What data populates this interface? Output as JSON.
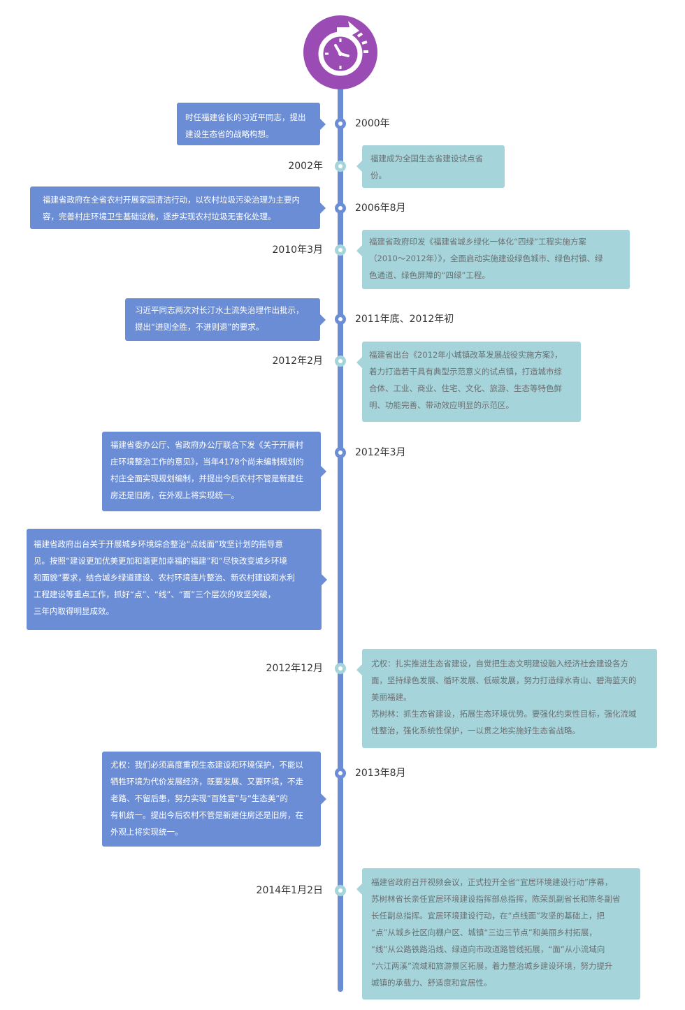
{
  "icon": {
    "name": "clock-refresh-icon"
  },
  "colors": {
    "spine": "#6B8DD6",
    "blue_card": "#6B8DD6",
    "teal_card": "#A5D5DA",
    "logo": "#9B4BB4"
  },
  "events": [
    {
      "date": "2000年",
      "side": "left",
      "style": "blue",
      "text": "时任福建省长的习近平同志，提出\n建设生态省的战略构想。"
    },
    {
      "date": "2002年",
      "side": "right",
      "style": "teal",
      "text": "福建成为全国生态省建设试点省份。"
    },
    {
      "date": "2006年8月",
      "side": "left",
      "style": "blue",
      "text": "福建省政府在全省农村开展家园清洁行动，以农村垃圾污染治理为主要内\n容，完善村庄环境卫生基础设施，逐步实现农村垃圾无害化处理。"
    },
    {
      "date": "2010年3月",
      "side": "right",
      "style": "teal",
      "text": "福建省政府印发《福建省城乡绿化一体化“四绿”工程实施方案\n（2010～2012年）》，全面启动实施建设绿色城市、绿色村镇、绿\n色通道、绿色屏障的“四绿”工程。"
    },
    {
      "date": "2011年底、2012年初",
      "side": "left",
      "style": "blue",
      "text": "习近平同志两次对长汀水土流失治理作出批示，\n提出“进则全胜，不进则退”的要求。"
    },
    {
      "date": "2012年2月",
      "side": "right",
      "style": "teal",
      "text": "福建省出台《2012年小城镇改革发展战役实施方案》，\n着力打造若干具有典型示范意义的试点镇，打造城市综\n合体、工业、商业、住宅、文化、旅游、生态等特色鲜\n明、功能完善、带动效应明显的示范区。"
    },
    {
      "date": "2012年3月",
      "side": "left",
      "style": "blue",
      "text": "福建省委办公厅、省政府办公厅联合下发《关于开展村\n庄环境整治工作的意见》，当年4178个尚未编制规划的\n村庄全面实现规划编制，并提出今后农村不管是新建住\n房还是旧房，在外观上将实现统一。"
    },
    {
      "date": "",
      "side": "left",
      "style": "blue",
      "text": "福建省政府出台关于开展城乡环境综合整治“点线面”攻坚计划的指导意\n见。按照“建设更加优美更加和谐更加幸福的福建”和“尽快改变城乡环境\n和面貌”要求，结合城乡绿道建设、农村环境连片整治、新农村建设和水利\n工程建设等重点工作，抓好“点”、“线”、“面”三个层次的攻坚突破，\n三年内取得明显成效。"
    },
    {
      "date": "2012年12月",
      "side": "right",
      "style": "teal",
      "text": "尤权：扎实推进生态省建设，自觉把生态文明建设融入经济社会建设各方\n面，坚持绿色发展、循环发展、低碳发展，努力打造绿水青山、碧海蓝天的\n美丽福建。\n苏树林：抓生态省建设，拓展生态环境优势。要强化约束性目标，强化流域\n性整治，强化系统性保护，一以贯之地实施好生态省战略。"
    },
    {
      "date": "2013年8月",
      "side": "left",
      "style": "blue",
      "text": "尤权：我们必须高度重视生态建设和环境保护，不能以\n牺牲环境为代价发展经济，既要发展、又要环境，不走\n老路、不留后患，努力实现“百姓富”与“生态美”的\n有机统一。提出今后农村不管是新建住房还是旧房，在\n外观上将实现统一。"
    },
    {
      "date": "2014年1月2日",
      "side": "right",
      "style": "teal",
      "text": "福建省政府召开视频会议，正式拉开全省“宜居环境建设行动”序幕，\n苏树林省长亲任宜居环境建设指挥部总指挥，陈荣凯副省长和陈冬副省\n长任副总指挥。宜居环境建设行动，在“点线面”攻坚的基础上，把\n“点”从城乡社区向棚户区、城镇“三边三节点”和美丽乡村拓展，\n“线”从公路铁路沿线、绿道向市政道路管线拓展，“面”从小流域向\n“六江两溪”流域和旅游景区拓展，着力整治城乡建设环境，努力提升\n城镇的承载力、舒适度和宜居性。"
    }
  ]
}
